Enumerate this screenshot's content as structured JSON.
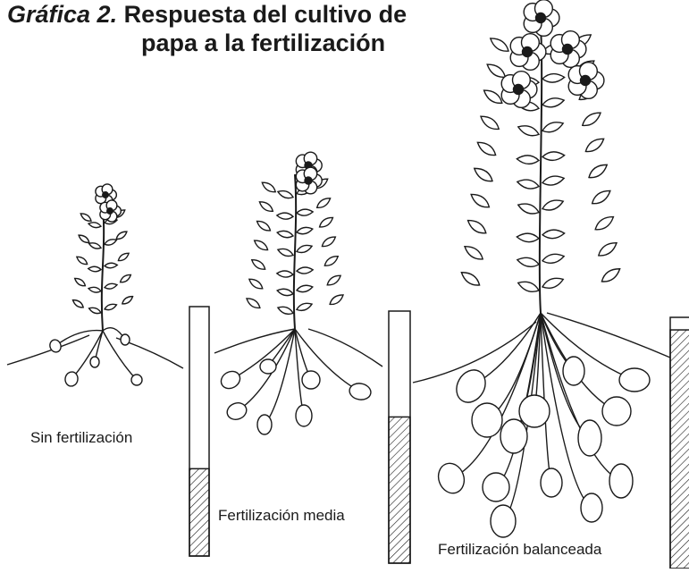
{
  "title": {
    "prefix": "Gráfica 2.",
    "line1": "Respuesta del cultivo de",
    "line2": "papa a la fertilización"
  },
  "treatments": [
    {
      "label": "Sin fertilización",
      "bar_fill": 0.35
    },
    {
      "label": "Fertilización media",
      "bar_fill": 0.58
    },
    {
      "label": "Fertilización balanceada",
      "bar_fill": 0.95
    }
  ],
  "colors": {
    "ink": "#1a1a1a",
    "paper": "#ffffff"
  }
}
